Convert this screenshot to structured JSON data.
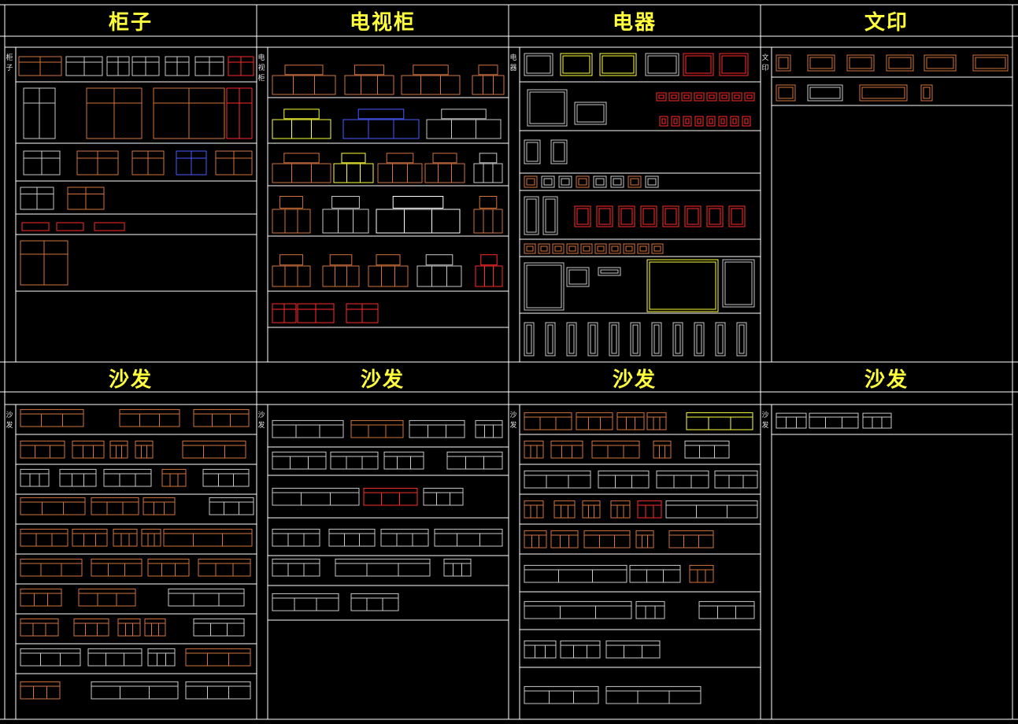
{
  "titles": {
    "cabinet": "柜子",
    "tv_cabinet": "电视柜",
    "appliance": "电器",
    "stationery": "文印",
    "sofa_1": "沙发",
    "sofa_2": "沙发",
    "sofa_3": "沙发",
    "sofa_4": "沙发"
  },
  "side_labels": {
    "cabinet": "柜子",
    "tv_cabinet": "电视柜",
    "appliance": "电器",
    "stationery": "文印",
    "sofa_1": "沙发",
    "sofa_2": "沙发",
    "sofa_3": "沙发",
    "sofa_4": "沙发"
  },
  "colors": {
    "background": "#000000",
    "grid_line": "#ffffff",
    "title_text": "#ffff3c",
    "line_gray": "#c8c8c8",
    "line_orange": "#d2733c",
    "line_red": "#ff2a2a",
    "line_yellow": "#ffff3c",
    "line_blue": "#4a5cff"
  }
}
